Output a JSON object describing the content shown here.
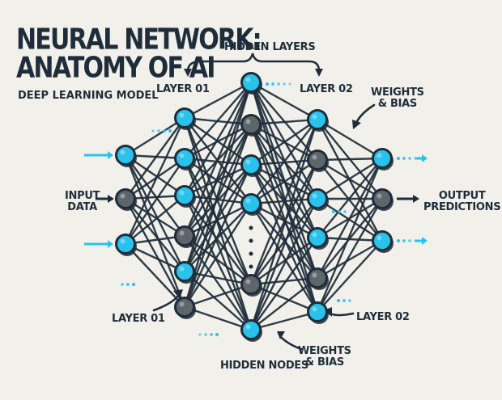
{
  "title": {
    "line1": "NEURAL NETWORK:",
    "line2": "ANATOMY OF AI",
    "subtitle": "DEEP LEARNING MODEL"
  },
  "labels": {
    "hidden_layers": "HIDDEN LAYERS",
    "layer01_top": "LAYER 01",
    "layer02_top": "LAYER 02",
    "weights_bias_top_1": "WEIGHTS",
    "weights_bias_top_2": "& BIAS",
    "input_1": "INPUT",
    "input_2": "DATA",
    "output_1": "OUTPUT",
    "output_2": "PREDICTIONS",
    "layer01_bottom": "LAYER 01",
    "layer02_bottom": "LAYER 02",
    "hidden_nodes": "HIDDEN NODES",
    "weights_bias_bottom_1": "WEIGHTS",
    "weights_bias_bottom_2": "& BIAS"
  },
  "colors": {
    "cyan": "#29c2ec",
    "gray": "#5f666b",
    "navy": "#1f2d3a",
    "paper": "#f1f0ea"
  },
  "network": {
    "layers": [
      {
        "name": "input",
        "nodes": [
          "cyan",
          "gray",
          "cyan"
        ]
      },
      {
        "name": "layer-01",
        "nodes": [
          "cyan",
          "cyan",
          "cyan",
          "gray",
          "cyan",
          "gray"
        ]
      },
      {
        "name": "hidden-nodes",
        "nodes": [
          "cyan",
          "gray",
          "cyan",
          "cyan",
          "gray",
          "cyan",
          "gray"
        ]
      },
      {
        "name": "layer-02",
        "nodes": [
          "cyan",
          "gray",
          "cyan",
          "cyan",
          "gray",
          "cyan",
          "gray"
        ]
      },
      {
        "name": "output",
        "nodes": [
          "cyan",
          "gray",
          "cyan"
        ]
      }
    ]
  }
}
